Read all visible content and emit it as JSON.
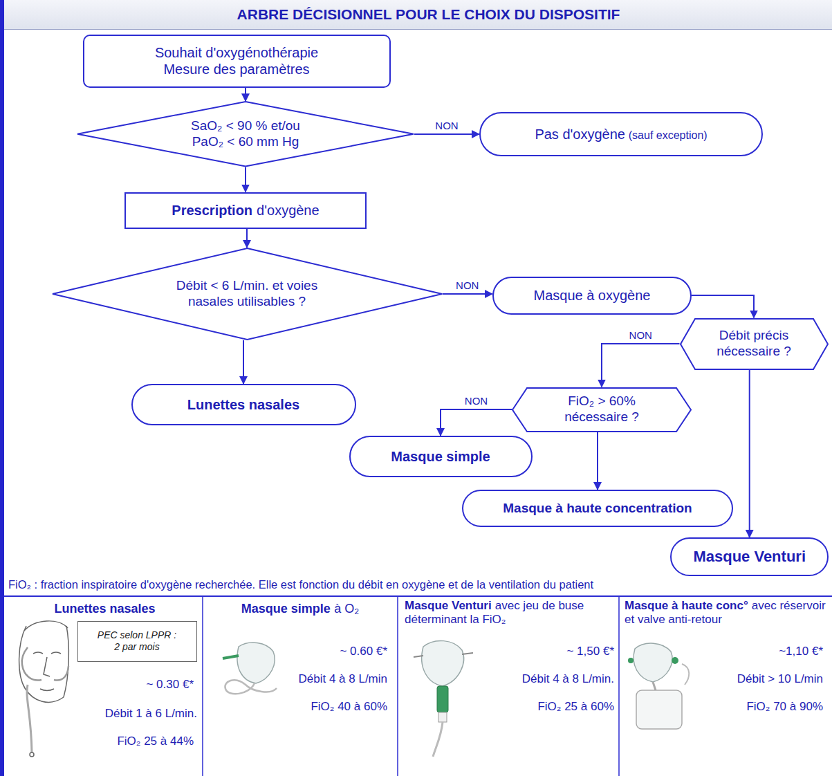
{
  "diagram": {
    "title": "ARBRE DÉCISIONNEL POUR LE CHOIX DU DISPOSITIF",
    "nodes": [
      {
        "text": [
          "Souhait d'oxygénothérapie Mesure des paramètres"
        ]
      },
      {
        "text": [
          "SaO₂ < 90 % et/ou PaO₂ < 60 mm Hg"
        ]
      },
      {
        "text": [
          "Pas d'oxygène",
          "(sauf exception)"
        ]
      },
      {
        "text": [
          "Prescription",
          "d'oxygène"
        ]
      },
      {
        "text": [
          "Débit < 6 L/min. et voies nasales utilisables ?"
        ]
      },
      {
        "text": [
          "Lunettes nasales"
        ]
      },
      {
        "text": [
          "Masque à oxygène"
        ]
      },
      {
        "text": [
          "Débit précis nécessaire ?"
        ]
      },
      {
        "text": [
          "FiO₂ > 60% nécessaire ?"
        ]
      },
      {
        "text": [
          "Masque simple"
        ]
      },
      {
        "text": [
          "Masque à haute concentration"
        ]
      },
      {
        "text": [
          "Masque Venturi"
        ]
      },
      {
        "text": [
          "PEC selon LPPR : 2 par mois"
        ]
      }
    ],
    "edges": [
      {
        "from": 0,
        "to": 1,
        "arrow": "to"
      },
      {
        "from": 1,
        "to": 2,
        "label": "NON",
        "arrow": "to"
      },
      {
        "from": 1,
        "to": 3,
        "arrow": "to"
      },
      {
        "from": 3,
        "to": 4,
        "arrow": "to"
      },
      {
        "from": 4,
        "to": 6,
        "label": "NON",
        "arrow": "to"
      },
      {
        "from": 4,
        "to": 5,
        "arrow": "to"
      },
      {
        "from": 6,
        "to": 7,
        "arrow": "to"
      },
      {
        "from": 7,
        "to": 8,
        "label": "NON",
        "arrow": "to"
      },
      {
        "from": 7,
        "to": 11,
        "arrow": "to"
      },
      {
        "from": 8,
        "to": 9,
        "label": "NON",
        "arrow": "to"
      },
      {
        "from": 8,
        "to": 10,
        "arrow": "to"
      }
    ],
    "labels": [
      "FiO₂ : fraction inspiratoire d'oxygène recherchée. Elle est fonction du débit en oxygène et de la ventilation du patient",
      "Lunettes nasales",
      "~ 0.30 €*",
      "Débit 1 à 6 L/min.",
      "FiO₂ 25 à 44%",
      "Masque simple",
      "à O₂",
      "~ 0.60 €*",
      "Débit 4 à 8 L/min",
      "FiO₂ 40 à 60%",
      "Masque Venturi",
      "avec jeu de buse déterminant la FiO₂",
      "~ 1,50 €*",
      "Débit 4 à 8 L/min.",
      "FiO₂ 25 à 60%",
      "Masque à haute conc°",
      "avec réservoir et valve anti-retour",
      "~1,10 €*",
      "Débit > 10 L/min",
      "FiO₂ 70 à 90%"
    ]
  }
}
